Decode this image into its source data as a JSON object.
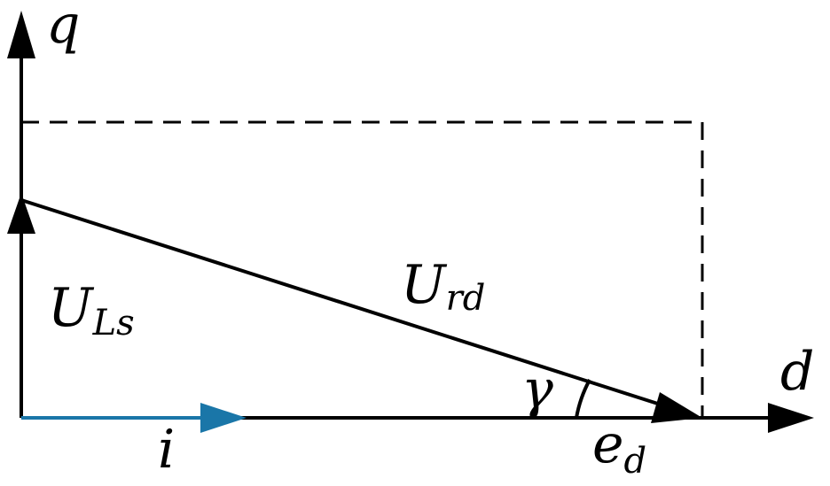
{
  "labels": {
    "q_axis": "q",
    "d_axis": "d",
    "u_rd_main": "U",
    "u_rd_sub": "rd",
    "u_ls_main": "U",
    "u_ls_sub": "Ls",
    "gamma": "γ",
    "current": "i",
    "ed_main": "e",
    "ed_sub": "d"
  },
  "colors": {
    "axes": "#000000",
    "current_vector": "#1a76a8",
    "dashed": "#000000"
  }
}
